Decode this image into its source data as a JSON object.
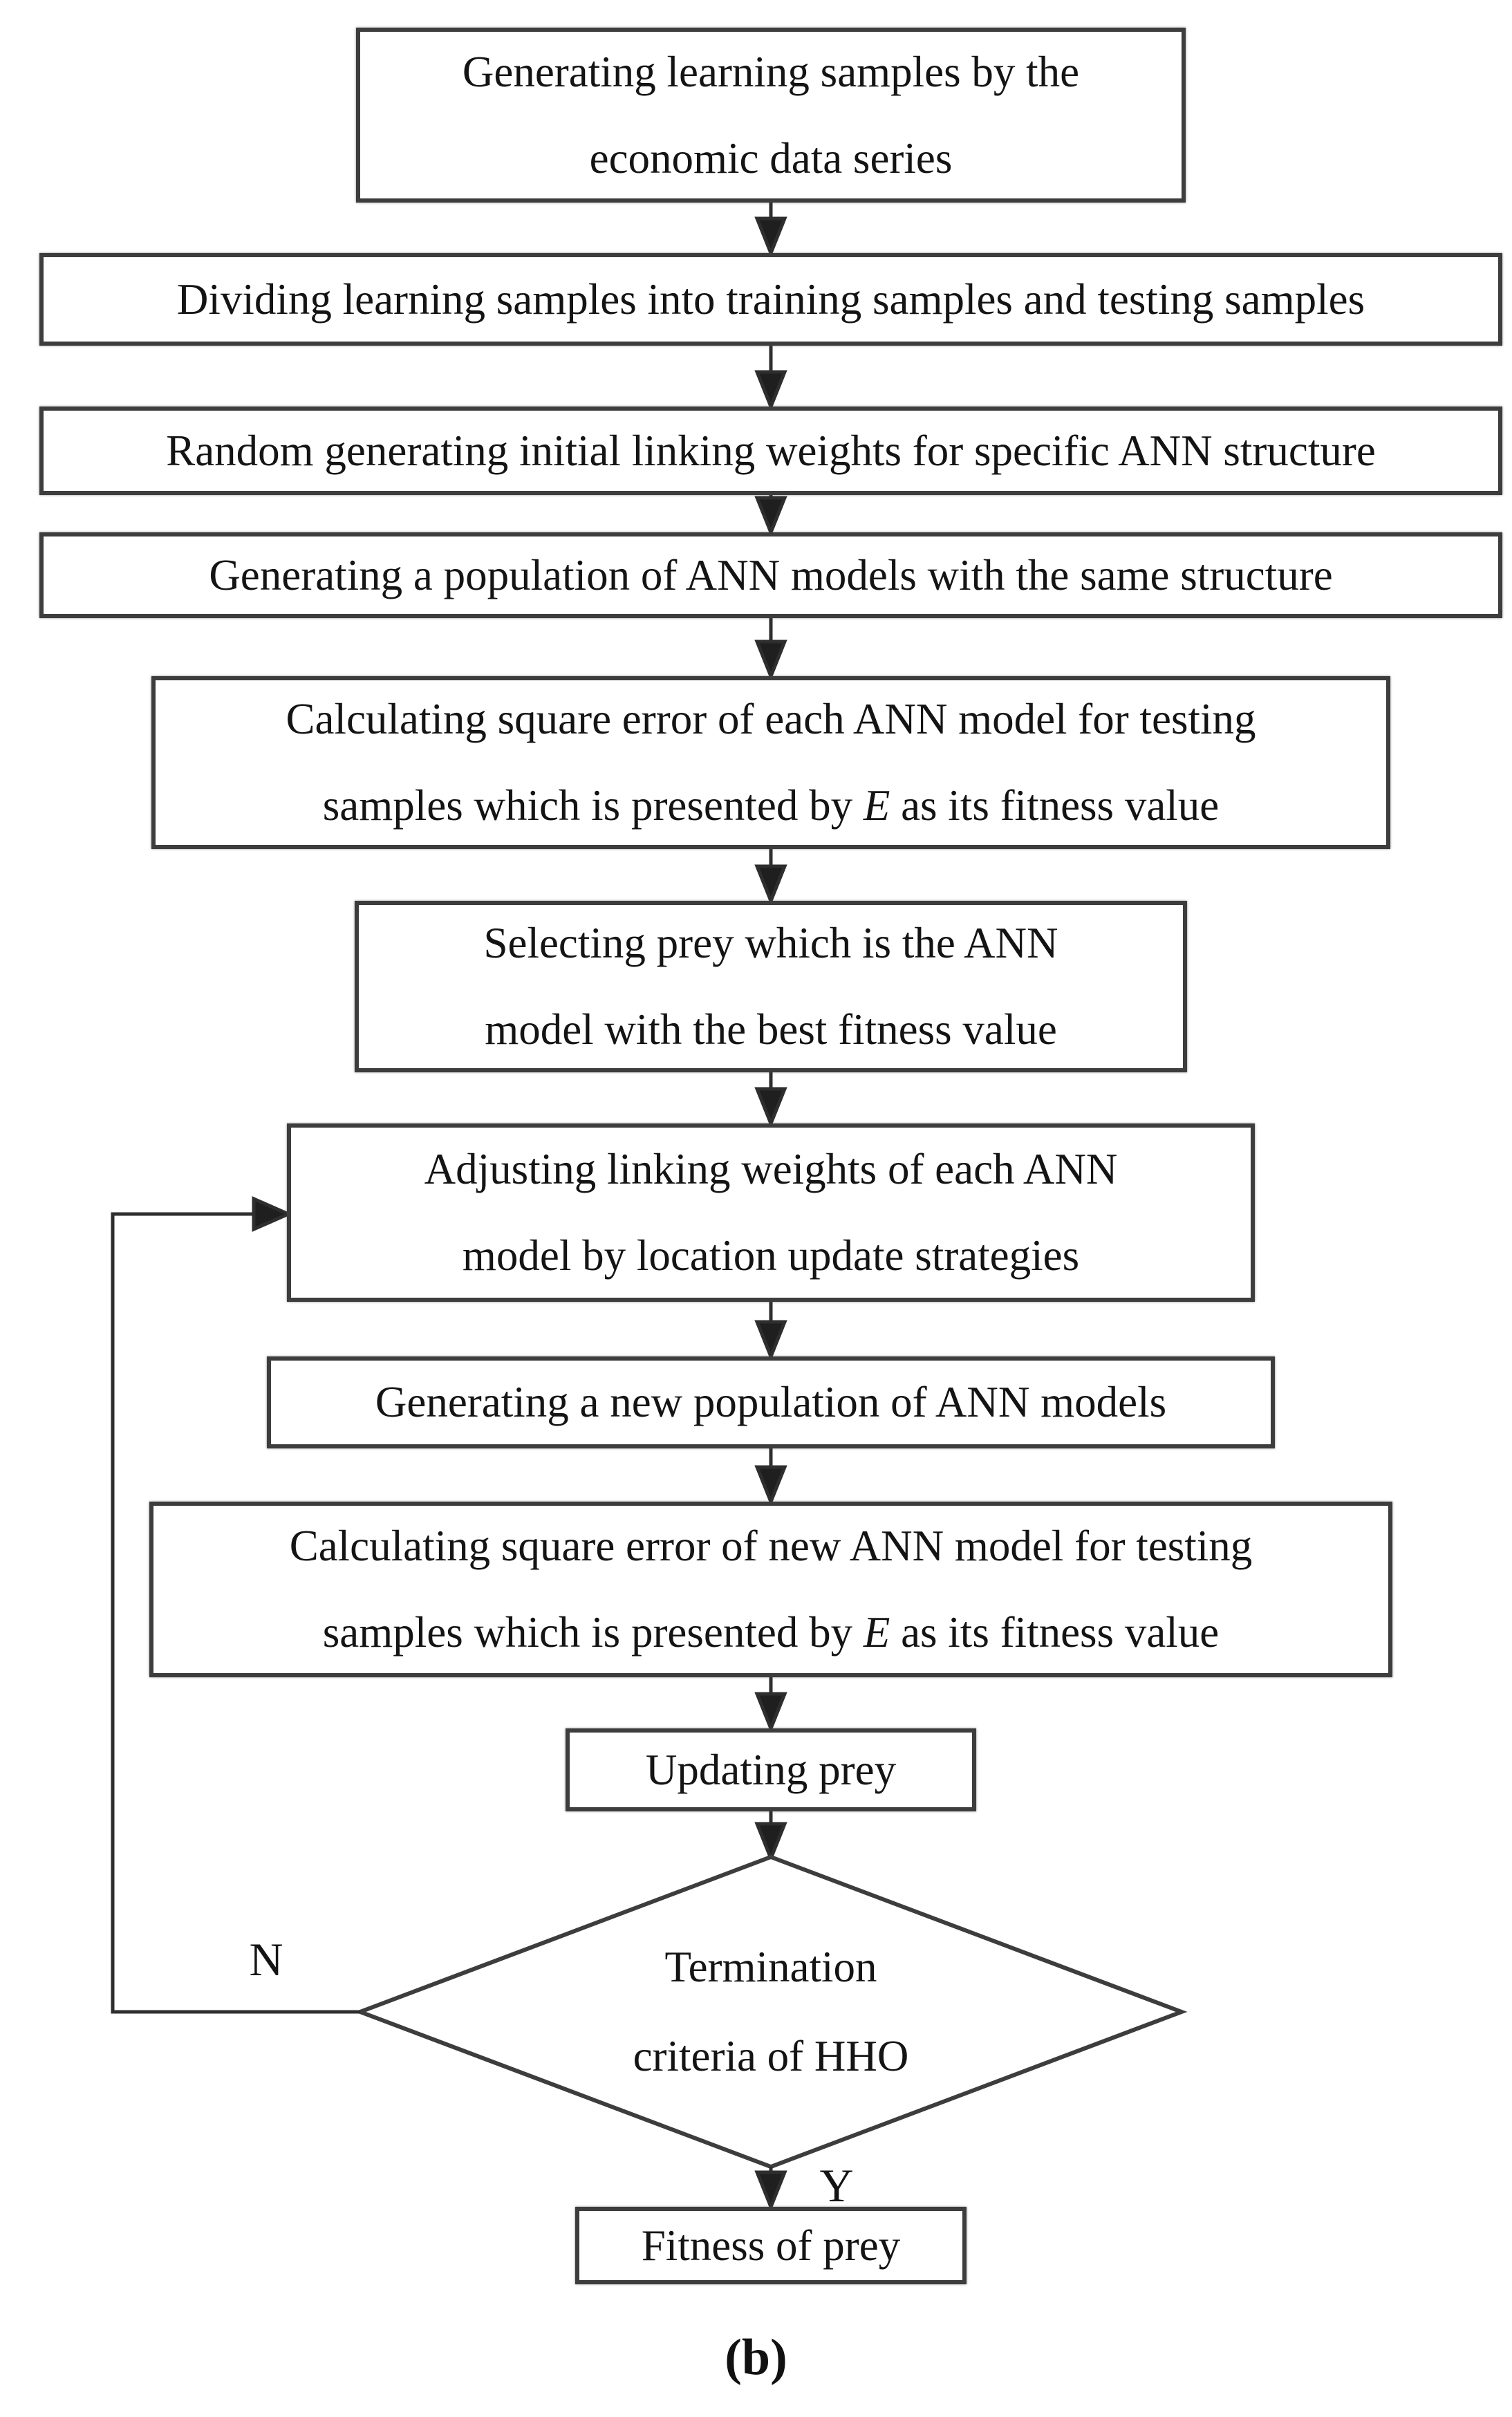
{
  "flowchart": {
    "boxes": {
      "b1": {
        "line1": "Generating learning samples by the",
        "line2": "economic data series"
      },
      "b2": {
        "line1": "Dividing learning samples into training samples and testing samples"
      },
      "b3": {
        "line1": "Random generating initial linking weights for specific ANN structure"
      },
      "b4": {
        "line1": "Generating a population of ANN models with the same structure"
      },
      "b5": {
        "line1": "Calculating square error of each ANN model for testing",
        "line2_pre": "samples which is presented by ",
        "line2_var": "E",
        "line2_post": " as its fitness value"
      },
      "b6": {
        "line1": "Selecting prey which is the ANN",
        "line2": "model with the best fitness value"
      },
      "b7": {
        "line1": "Adjusting linking weights of each ANN",
        "line2": "model by location update strategies"
      },
      "b8": {
        "line1": "Generating a new population of ANN models"
      },
      "b9": {
        "line1": "Calculating square error of new ANN model for testing",
        "line2_pre": "samples which is presented by ",
        "line2_var": "E",
        "line2_post": " as its fitness value"
      },
      "b10": {
        "line1": "Updating prey"
      },
      "decision": {
        "line1": "Termination",
        "line2": "criteria of HHO"
      },
      "b12": {
        "line1": "Fitness of prey"
      }
    },
    "edge_labels": {
      "no": "N",
      "yes": "Y"
    },
    "caption": "(b)"
  }
}
